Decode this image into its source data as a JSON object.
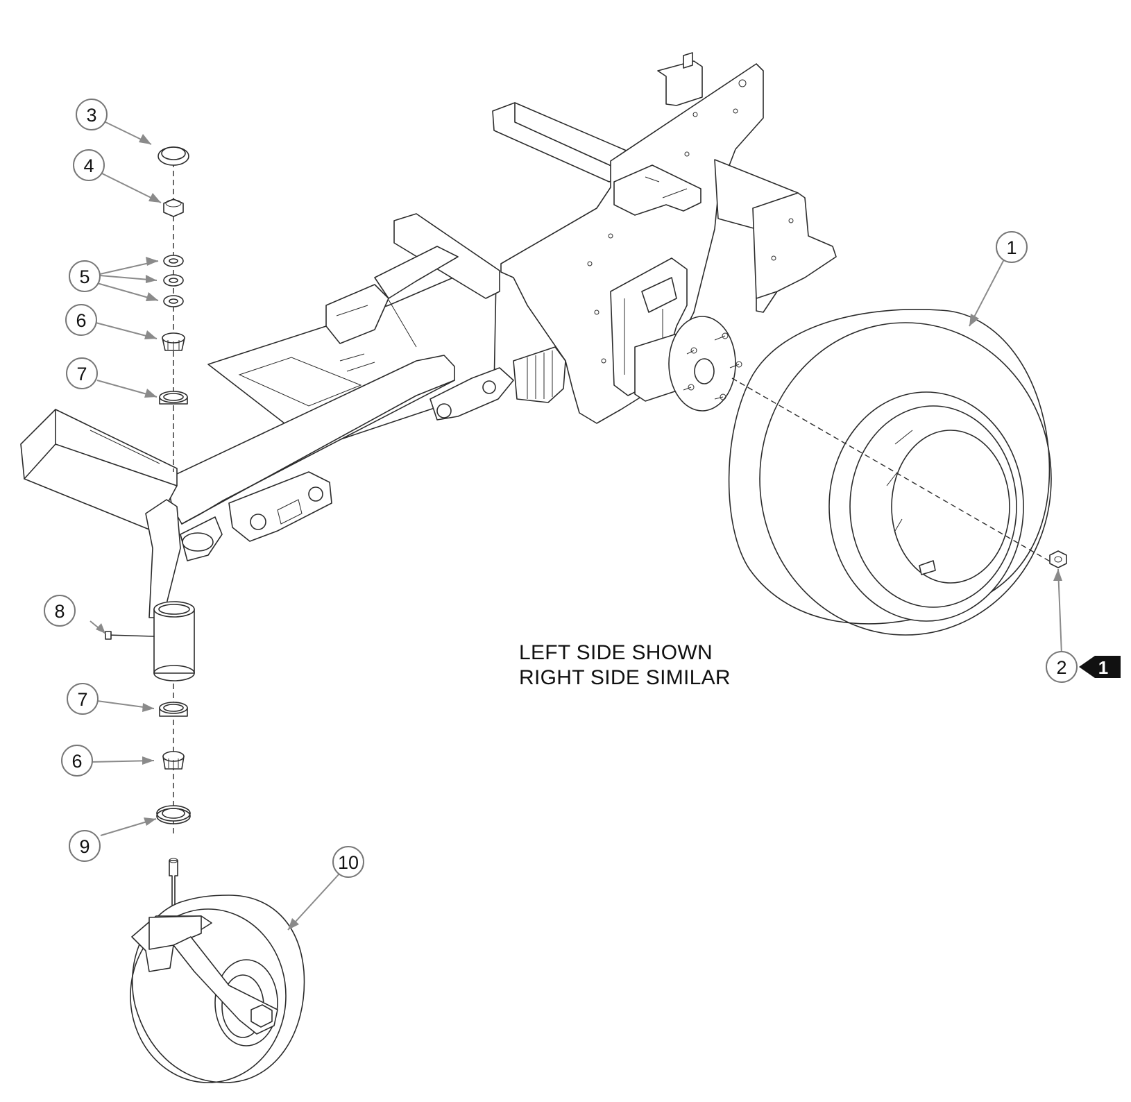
{
  "callouts": [
    "1",
    "2",
    "3",
    "4",
    "5",
    "6",
    "7",
    "8",
    "9",
    "10"
  ],
  "notes": {
    "line1": "LEFT SIDE SHOWN",
    "line2": "RIGHT SIDE SIMILAR"
  },
  "reference_tag": "1",
  "colors": {
    "line": "#2b2b2b",
    "leader": "#8a8a8a",
    "bubble_border": "#777777",
    "tag_fill": "#111111"
  }
}
